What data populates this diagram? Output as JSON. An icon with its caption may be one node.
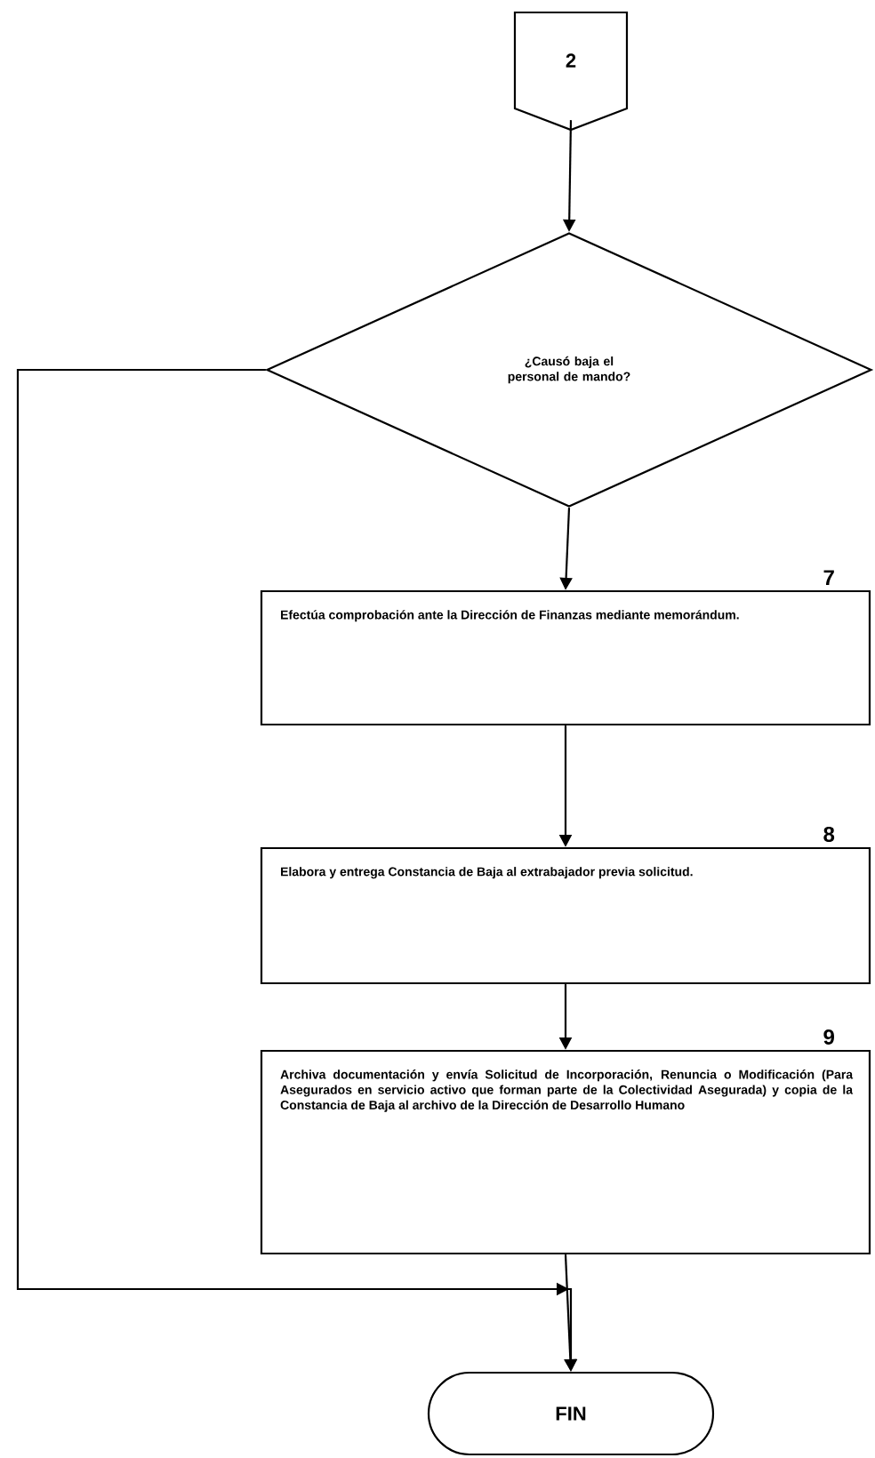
{
  "diagram": {
    "nodes": [
      {
        "text": [
          "2"
        ]
      },
      {
        "text": [
          "¿Causó baja el personal de mando?"
        ]
      },
      {
        "text": [
          "Efectúa comprobación ante la Dirección de Finanzas mediante memorándum."
        ],
        "beside": [
          "7"
        ]
      },
      {
        "text": [
          "Elabora y entrega Constancia de Baja al extrabajador previa solicitud."
        ],
        "beside": [
          "8"
        ]
      },
      {
        "text": [
          "Archiva documentación y envía Solicitud de Incorporación, Renuncia o Modificación (Para Asegurados en servicio activo que forman parte de la Colectividad Asegurada) y copia de la Constancia de Baja al archivo de la Dirección de Desarrollo Humano"
        ],
        "beside": [
          "9"
        ]
      },
      {
        "text": [
          "FIN"
        ]
      }
    ],
    "edges": [
      {
        "from": 0,
        "to": 1,
        "arrow": "to"
      },
      {
        "from": 1,
        "to": 2,
        "arrow": "to"
      },
      {
        "from": 2,
        "to": 3,
        "arrow": "to"
      },
      {
        "from": 3,
        "to": 4,
        "arrow": "to"
      },
      {
        "from": 4,
        "to": 5,
        "arrow": "to"
      },
      {
        "from": 1,
        "to": 5,
        "arrow": "to"
      }
    ]
  }
}
